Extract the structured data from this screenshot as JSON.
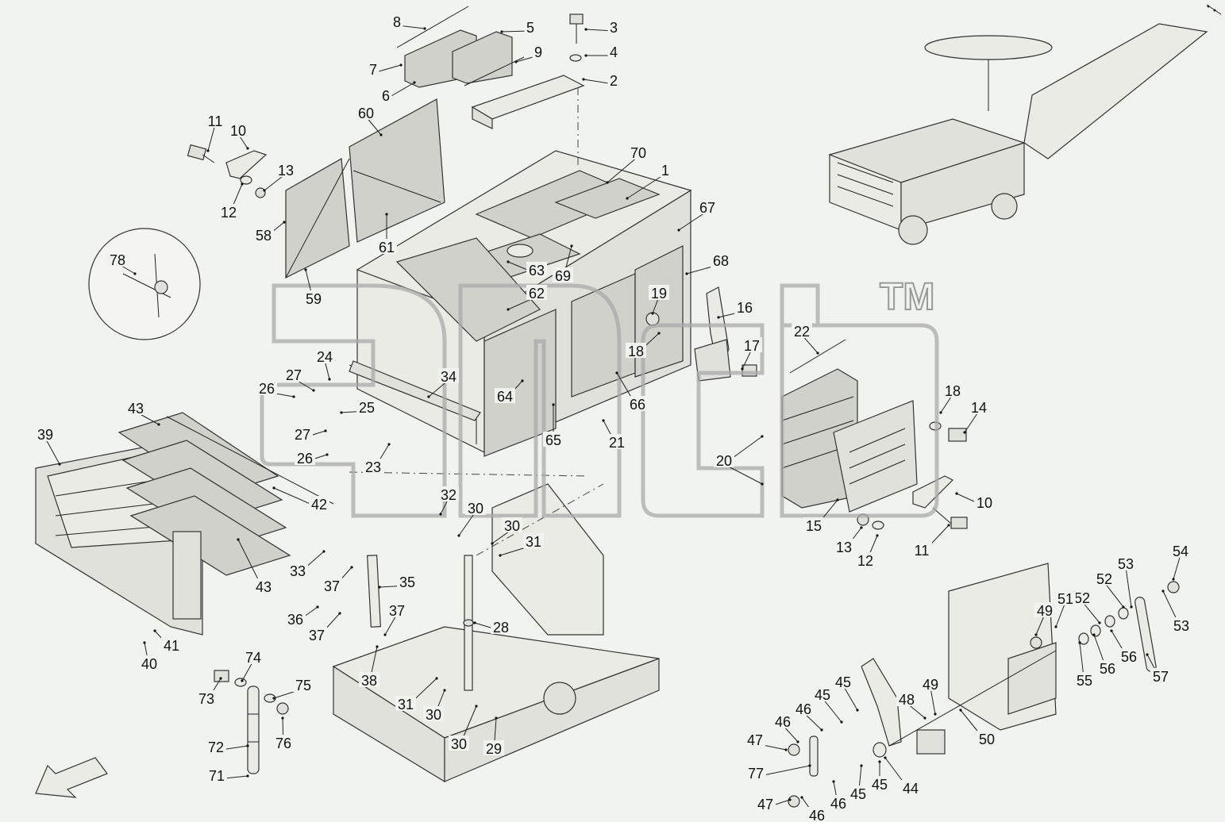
{
  "diagram": {
    "watermark_tm": "TM",
    "callouts": [
      {
        "label": "1"
      },
      {
        "label": "2"
      },
      {
        "label": "3"
      },
      {
        "label": "4"
      },
      {
        "label": "5"
      },
      {
        "label": "6"
      },
      {
        "label": "7"
      },
      {
        "label": "8"
      },
      {
        "label": "9"
      },
      {
        "label": "10"
      },
      {
        "label": "11"
      },
      {
        "label": "12"
      },
      {
        "label": "13"
      },
      {
        "label": "16"
      },
      {
        "label": "17"
      },
      {
        "label": "18"
      },
      {
        "label": "19"
      },
      {
        "label": "20"
      },
      {
        "label": "21"
      },
      {
        "label": "22"
      },
      {
        "label": "23"
      },
      {
        "label": "24"
      },
      {
        "label": "25"
      },
      {
        "label": "26"
      },
      {
        "label": "27"
      },
      {
        "label": "27"
      },
      {
        "label": "26"
      },
      {
        "label": "34"
      },
      {
        "label": "58"
      },
      {
        "label": "59"
      },
      {
        "label": "60"
      },
      {
        "label": "61"
      },
      {
        "label": "62"
      },
      {
        "label": "63"
      },
      {
        "label": "64"
      },
      {
        "label": "65"
      },
      {
        "label": "66"
      },
      {
        "label": "67"
      },
      {
        "label": "68"
      },
      {
        "label": "69"
      },
      {
        "label": "70"
      },
      {
        "label": "78"
      },
      {
        "label": "18"
      },
      {
        "label": "14"
      },
      {
        "label": "10"
      },
      {
        "label": "15"
      },
      {
        "label": "13"
      },
      {
        "label": "12"
      },
      {
        "label": "11"
      },
      {
        "label": "20"
      },
      {
        "label": "39"
      },
      {
        "label": "43"
      },
      {
        "label": "42"
      },
      {
        "label": "43"
      },
      {
        "label": "40"
      },
      {
        "label": "41"
      },
      {
        "label": "32"
      },
      {
        "label": "30"
      },
      {
        "label": "30"
      },
      {
        "label": "31"
      },
      {
        "label": "33"
      },
      {
        "label": "37"
      },
      {
        "label": "35"
      },
      {
        "label": "36"
      },
      {
        "label": "37"
      },
      {
        "label": "37"
      },
      {
        "label": "28"
      },
      {
        "label": "38"
      },
      {
        "label": "31"
      },
      {
        "label": "30"
      },
      {
        "label": "30"
      },
      {
        "label": "29"
      },
      {
        "label": "73"
      },
      {
        "label": "74"
      },
      {
        "label": "75"
      },
      {
        "label": "76"
      },
      {
        "label": "72"
      },
      {
        "label": "71"
      },
      {
        "label": "54"
      },
      {
        "label": "53"
      },
      {
        "label": "52"
      },
      {
        "label": "52"
      },
      {
        "label": "53"
      },
      {
        "label": "51"
      },
      {
        "label": "49"
      },
      {
        "label": "56"
      },
      {
        "label": "56"
      },
      {
        "label": "55"
      },
      {
        "label": "57"
      },
      {
        "label": "49"
      },
      {
        "label": "48"
      },
      {
        "label": "50"
      },
      {
        "label": "45"
      },
      {
        "label": "45"
      },
      {
        "label": "46"
      },
      {
        "label": "46"
      },
      {
        "label": "47"
      },
      {
        "label": "77"
      },
      {
        "label": "45"
      },
      {
        "label": "45"
      },
      {
        "label": "44"
      },
      {
        "label": "47"
      },
      {
        "label": "46"
      },
      {
        "label": "46"
      }
    ]
  }
}
